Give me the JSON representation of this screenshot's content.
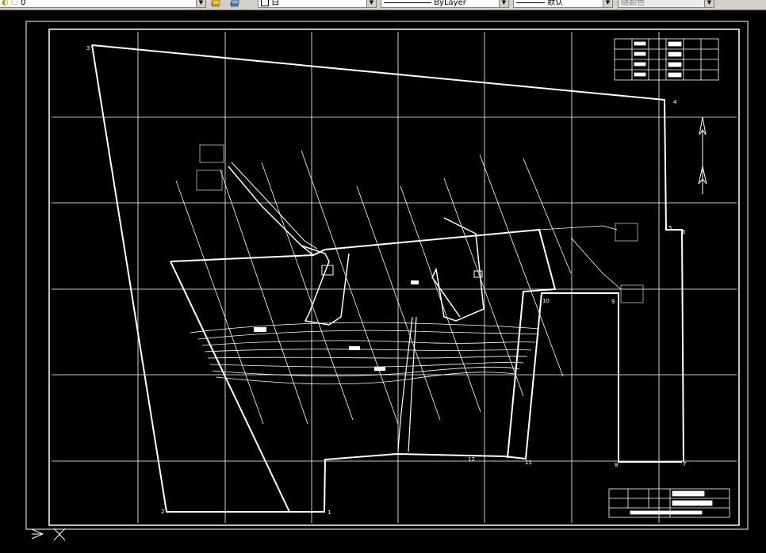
{
  "toolbar": {
    "layer_value": "0",
    "color_value": "白",
    "linetype_value": "ByLayer",
    "lineweight_value": "默认",
    "plotstyle_value": "随颜色"
  },
  "drawing": {
    "points": {
      "p1": "1",
      "p2": "2",
      "p3": "3",
      "p4": "4",
      "p5": "5",
      "p6": "6",
      "p7": "7",
      "p8": "8",
      "p9": "9",
      "p10": "10",
      "p11": "11",
      "p12": "12"
    }
  },
  "colors": {
    "background": "#000000",
    "lines": "#ffffff",
    "toolbar": "#d4d0c8"
  },
  "icons": [
    "layer-states-icon",
    "layer-previous-icon",
    "ucs-icon",
    "cursor-cross-icon",
    "north-arrow-icon"
  ]
}
